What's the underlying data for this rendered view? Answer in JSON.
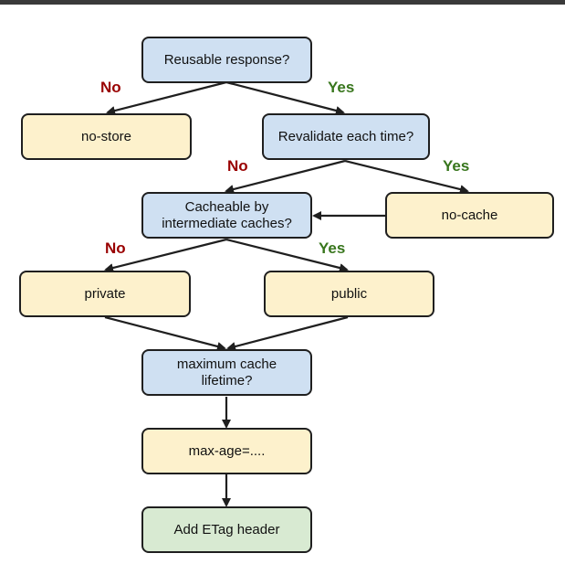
{
  "nodes": {
    "reusable": "Reusable response?",
    "no_store": "no-store",
    "revalidate": "Revalidate each time?",
    "cacheable_line1": "Cacheable by",
    "cacheable_line2": "intermediate caches?",
    "no_cache": "no-cache",
    "private": "private",
    "public": "public",
    "max_line1": "maximum cache",
    "max_line2": "lifetime?",
    "max_age": "max-age=....",
    "etag": "Add ETag header"
  },
  "edge_labels": {
    "reusable_no": "No",
    "reusable_yes": "Yes",
    "revalidate_no": "No",
    "revalidate_yes": "Yes",
    "cacheable_no": "No",
    "cacheable_yes": "Yes"
  },
  "colors": {
    "decision": "#cfe0f2",
    "action": "#fdf1cc",
    "final": "#d8ead2",
    "no": "#990000",
    "yes": "#38761d"
  }
}
